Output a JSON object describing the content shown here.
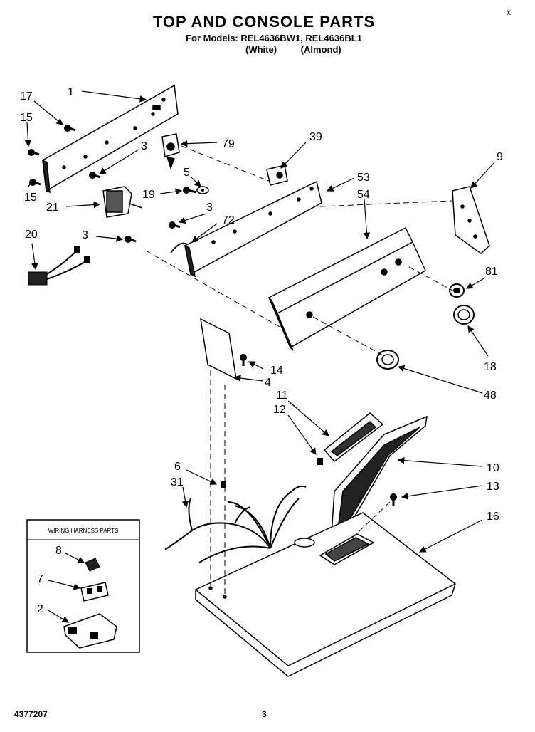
{
  "header": {
    "title": "TOP AND CONSOLE PARTS",
    "models_line": "For Models: REL4636BW1, REL4636BL1",
    "variant_white": "(White)",
    "variant_almond": "(Almond)"
  },
  "footer": {
    "doc_number": "4377207",
    "page_number": "3"
  },
  "corner_mark": "x",
  "wiring_box": {
    "title": "WIRING HARNESS PARTS"
  },
  "callouts": {
    "c1": "1",
    "c17": "17",
    "c15a": "15",
    "c3a": "3",
    "c79": "79",
    "c39": "39",
    "c9": "9",
    "c5": "5",
    "c19": "19",
    "c53": "53",
    "c54": "54",
    "c21": "21",
    "c15b": "15",
    "c3b": "3",
    "c72": "72",
    "c20": "20",
    "c3c": "3",
    "c81": "81",
    "c18": "18",
    "c14": "14",
    "c4": "4",
    "c48": "48",
    "c11": "11",
    "c12": "12",
    "c6": "6",
    "c10": "10",
    "c31": "31",
    "c13": "13",
    "c16": "16",
    "c8": "8",
    "c7": "7",
    "c2": "2"
  }
}
